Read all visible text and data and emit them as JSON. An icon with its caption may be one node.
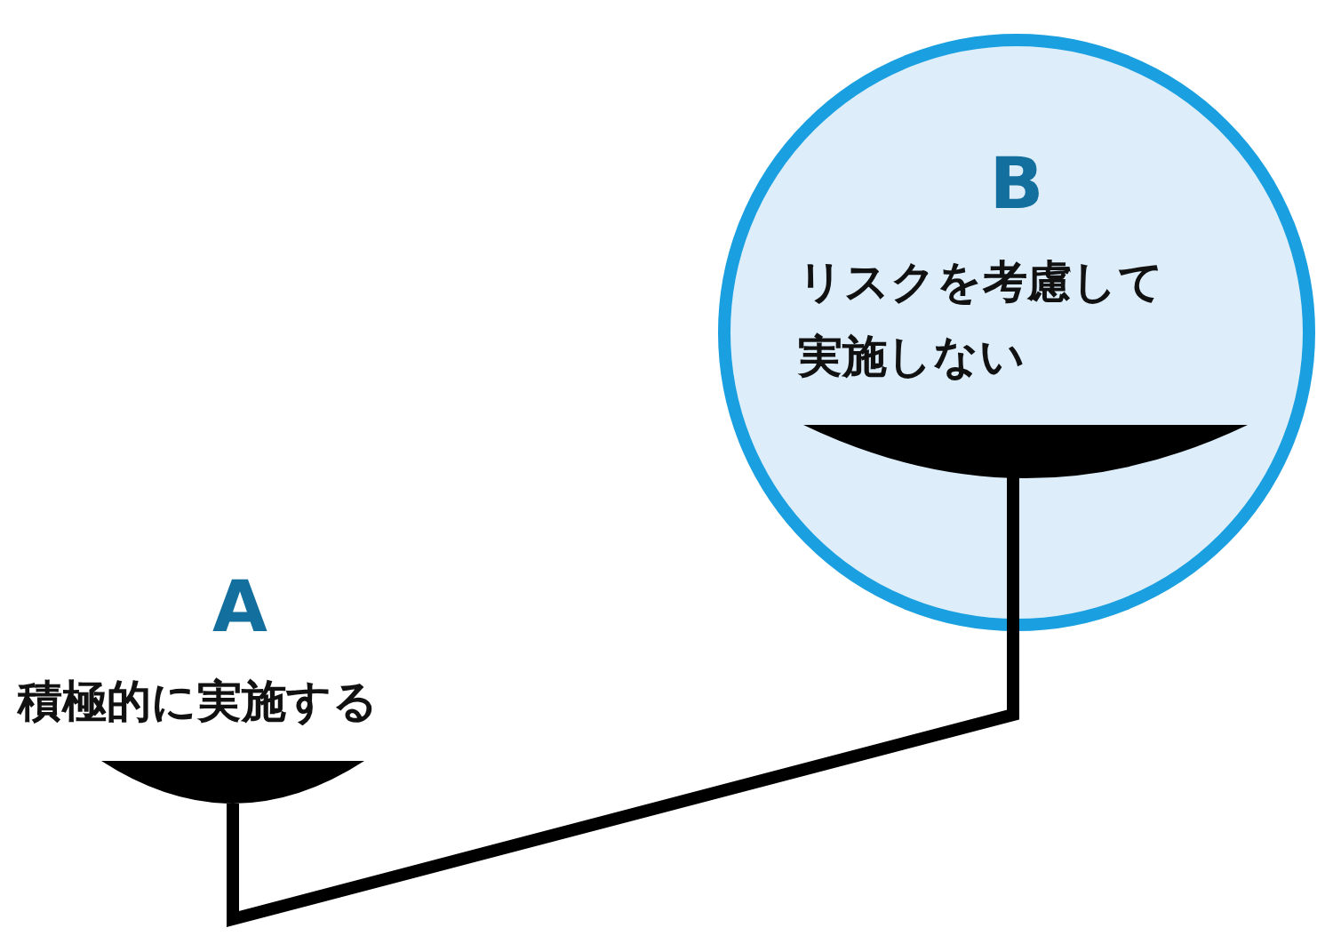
{
  "diagram": {
    "nodes": [
      {
        "text": [
          "A",
          "積極的に実施する"
        ]
      },
      {
        "text": [
          "B",
          "リスクを考慮して実施しない"
        ]
      },
      {
        "text": [],
        "shape": "bowl"
      },
      {
        "text": [],
        "shape": "bowl",
        "in": 1
      }
    ],
    "edges": [
      {
        "from": 2,
        "to": 3,
        "arrow": "none"
      }
    ]
  }
}
